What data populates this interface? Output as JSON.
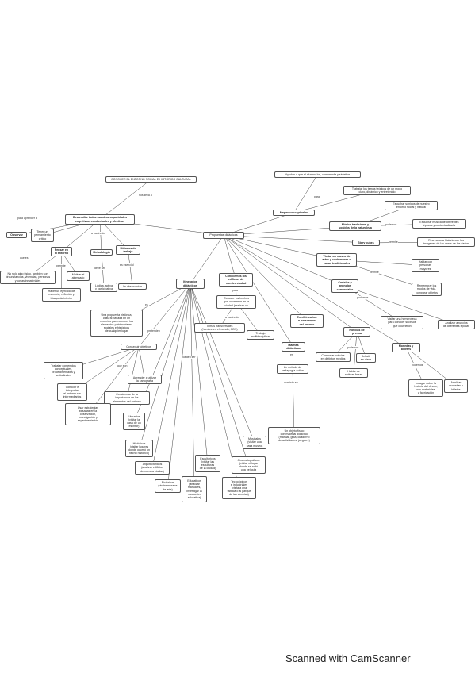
{
  "nodes": [
    {
      "id": "root",
      "text": "CONOCER EL ENTORNO SOCIAL E HISTÓRICO CULTURAL",
      "bold": false
    },
    {
      "id": "desarrollar",
      "text": "Desarrollar todas nuestras capacidades\ncognitivas, conductuales y afectivas",
      "bold": true
    },
    {
      "id": "observar",
      "text": "Observar",
      "bold": true
    },
    {
      "id": "critico",
      "text": "Tener un\npensamiento\ncrítico",
      "bold": false
    },
    {
      "id": "pensar",
      "text": "Pensar en\nel entorno",
      "bold": true
    },
    {
      "id": "metodologia",
      "text": "Metodología",
      "bold": true
    },
    {
      "id": "metodos",
      "text": "Métodos de\ntrabajo",
      "bold": true
    },
    {
      "id": "nosolo",
      "text": "No solo algo físico, también son\ncircunstancias, vivencias, personas\ny cosas inmateriales",
      "bold": false
    },
    {
      "id": "motivar",
      "text": "Motivar al\nalumnado",
      "bold": false
    },
    {
      "id": "ejercicio",
      "text": "Hacer un ejercicio de\nmemoria, reflexión y\nbúsqueda interior",
      "bold": false
    },
    {
      "id": "ludica",
      "text": "Lúdica, activa\ny participativa",
      "bold": false
    },
    {
      "id": "observacion",
      "text": "La observación",
      "bold": false
    },
    {
      "id": "propuestas",
      "text": "Propuestas didácticas",
      "bold": false
    },
    {
      "id": "itinerarios",
      "text": "Itinerarios\ndidácticos",
      "bold": true
    },
    {
      "id": "propuesta_hist",
      "text": "Una propuesta histórica,\ncultural basada en un\nrecorrido para conocer los\nelementos patrimoniales,\nsociales e históricos\nde cualquier lugar",
      "bold": false
    },
    {
      "id": "conseguir",
      "text": "Conseguir objetivos",
      "bold": false
    },
    {
      "id": "contenidos",
      "text": "Trabajar contenidos\nconceptuales,\nprocedimentales y\nactitudinales",
      "bold": false
    },
    {
      "id": "cartografia",
      "text": "Aprender a utilizar\nla cartografía",
      "bold": false
    },
    {
      "id": "interpretar",
      "text": "Conocer e\ninterpretar\nel entorno sin\nintermediarios",
      "bold": false
    },
    {
      "id": "concienciar",
      "text": "Concienciar de la\nimportancia de los\nelementos del entorno",
      "bold": false
    },
    {
      "id": "estrategias",
      "text": "Usar estrategias\nbasadas en la\nobservación,\ninvestigación y\nexperimentación",
      "bold": false
    },
    {
      "id": "literarios",
      "text": "Literarios\n(visitar la\ncasa de un\nescritor)",
      "bold": false
    },
    {
      "id": "historicos",
      "text": "Históricos\n(visitar lugares\ndonde ocurrió un\nhecho histórico)",
      "bold": false
    },
    {
      "id": "arquitectonicos",
      "text": "Arquitectónicos\n(analizar edificios\nde nuestra ciudad)",
      "bold": false
    },
    {
      "id": "pictoricos",
      "text": "Pictóricos\n(visitar museos\nde arte)",
      "bold": false
    },
    {
      "id": "educativos",
      "text": "Educativos\n(analizar\nmanuales,\ninvestigar la\nevolución\neducativa)",
      "bold": false
    },
    {
      "id": "escultoricos",
      "text": "Escultóricos\n(visitar las\nesculturas\nde la ciudad)",
      "bold": false
    },
    {
      "id": "tecnologicos",
      "text": "Tecnológicos\ne industriales\n(visita a una\nfábrica o al parque\nde las ciencias)",
      "bold": false
    },
    {
      "id": "cinematograficos",
      "text": "Cinematográficos\n(visitar el lugar\ndonde se rodó\nuna película",
      "bold": false
    },
    {
      "id": "musicales",
      "text": "Musicales\n(visitar una\ncasa museo)",
      "bold": false
    },
    {
      "id": "conocemos",
      "text": "Conocemos los\nedificios de\nnuestra ciudad",
      "bold": true
    },
    {
      "id": "hechos",
      "text": "Conocer los hechos\nque ocurrieron en la\nciudad (realizar un",
      "bold": false
    },
    {
      "id": "transversales",
      "text": "Temas transversales\n(hombre en el mundo, ODS)",
      "bold": false
    },
    {
      "id": "multidisciplinar",
      "text": "Trabajo\nmultidisciplinar",
      "bold": false
    },
    {
      "id": "escribir",
      "text": "Escribir cartas\na personajes\ndel pasado",
      "bold": true
    },
    {
      "id": "maletas",
      "text": "Maletas\ndidácticas",
      "bold": true
    },
    {
      "id": "metodo_activo",
      "text": "Un método de\npedagogía activa",
      "bold": false
    },
    {
      "id": "objeto",
      "text": "Un objeto físico\ncon material didáctico\n(manual, guía, cuaderno\nde actividades, juegos...)",
      "bold": false
    },
    {
      "id": "mapas",
      "text": "Mapas conceptuales",
      "bold": true
    },
    {
      "id": "ayudan",
      "text": "Ayudan a que el alumno los, comprenda y sintetice",
      "bold": false
    },
    {
      "id": "teoricos",
      "text": "Trabajar los temas teóricos de un modo\nclaro, dinámico y entretenido",
      "bold": false
    },
    {
      "id": "musica",
      "text": "Música tradicional y\nsonidos de la naturaleza",
      "bold": true
    },
    {
      "id": "sonidos",
      "text": "Escuchar sonidos de nuestro\nentorno social y natural",
      "bold": false
    },
    {
      "id": "musica_epocas",
      "text": "Escuchar música de diferentes\népocas y contextualizarla",
      "bold": false
    },
    {
      "id": "story",
      "text": "Story cubes",
      "bold": true
    },
    {
      "id": "historia_dados",
      "text": "Recrear una historia con las\nimágenes de las caras de los dados",
      "bold": false
    },
    {
      "id": "museo",
      "text": "Visitar un museo de\nartes y costumbres o\ncasas tradicionales",
      "bold": true
    },
    {
      "id": "hablar",
      "text": "Hablar con\npersonas\nmayores",
      "bold": false
    },
    {
      "id": "rememorar",
      "text": "Rememorar los\nmodos de vida,\ncomparar objetos",
      "bold": false
    },
    {
      "id": "carteles",
      "text": "Carteles y\nanuncios\ncomerciales",
      "bold": true
    },
    {
      "id": "hemeroteca",
      "text": "Visitar una hemeroteca\npara conocer sucesos\nque ocurrieron",
      "bold": false
    },
    {
      "id": "anuncios",
      "text": "Analizar anuncios\nde diferentes épocas",
      "bold": false
    },
    {
      "id": "noticias",
      "text": "Noticias de\nprensa",
      "bold": true
    },
    {
      "id": "comparar_noticias",
      "text": "Comparar noticias\nen distintos medios",
      "bold": false
    },
    {
      "id": "debatir",
      "text": "Debatir\nen clase",
      "bold": false
    },
    {
      "id": "falsas",
      "text": "Hablar de\nnoticias falsas",
      "bold": false
    },
    {
      "id": "monedas",
      "text": "Monedas y\nbilletes",
      "bold": true
    },
    {
      "id": "indagar",
      "text": "Indagar sobre la\nhistoria del dinero,\nsus materiales\ny fabricación",
      "bold": false
    },
    {
      "id": "analizar_monedas",
      "text": "Analizar\nmonedas y\nbilletes",
      "bold": false
    }
  ],
  "edge_labels": [
    {
      "id": "l_tiene",
      "text": "nos lleva a"
    },
    {
      "id": "l_para",
      "text": "para aprender a"
    },
    {
      "id": "l_atraves",
      "text": "a través de"
    },
    {
      "id": "l_que",
      "text": "que es"
    },
    {
      "id": "l_permite",
      "text": "permite"
    },
    {
      "id": "l_debeser",
      "text": "debe ser"
    },
    {
      "id": "l_esesencial",
      "text": "es esencial"
    },
    {
      "id": "l_es",
      "text": "es"
    },
    {
      "id": "l_pretenden",
      "text": "pretenden"
    },
    {
      "id": "l_queson",
      "text": "que son"
    },
    {
      "id": "l_pueden",
      "text": "pueden ser"
    },
    {
      "id": "l_para2",
      "text": "para"
    },
    {
      "id": "l_atraves2",
      "text": "a través de"
    },
    {
      "id": "l_es2",
      "text": "es"
    },
    {
      "id": "l_consiste",
      "text": "consiste en"
    },
    {
      "id": "l_para3",
      "text": "para"
    },
    {
      "id": "l_podemos",
      "text": "podemos"
    },
    {
      "id": "l_permite2",
      "text": "permite"
    },
    {
      "id": "l_permite3",
      "text": "permite"
    },
    {
      "id": "l_podemos2",
      "text": "podemos"
    },
    {
      "id": "l_podemos3",
      "text": "podemos"
    },
    {
      "id": "l_podemos4",
      "text": "podemos"
    }
  ],
  "footer": "Scanned with CamScanner"
}
